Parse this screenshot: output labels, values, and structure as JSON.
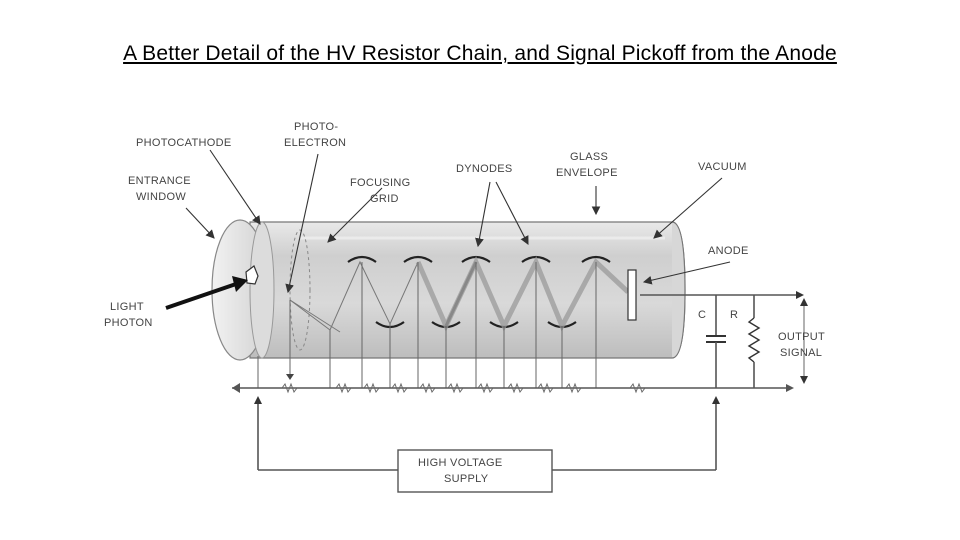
{
  "title": "A Better Detail of the HV Resistor Chain, and Signal Pickoff from the Anode",
  "labels": {
    "photocathode": "PHOTOCATHODE",
    "photoelectron_1": "PHOTO-",
    "photoelectron_2": "ELECTRON",
    "entrance_1": "ENTRANCE",
    "entrance_2": "WINDOW",
    "focusing_1": "FOCUSING",
    "focusing_2": "GRID",
    "dynodes": "DYNODES",
    "glass_1": "GLASS",
    "glass_2": "ENVELOPE",
    "vacuum": "VACUUM",
    "anode": "ANODE",
    "light_1": "LIGHT",
    "light_2": "PHOTON",
    "capacitor": "C",
    "resistor": "R",
    "output_1": "OUTPUT",
    "output_2": "SIGNAL",
    "hv_1": "HIGH VOLTAGE",
    "hv_2": "SUPPLY"
  }
}
